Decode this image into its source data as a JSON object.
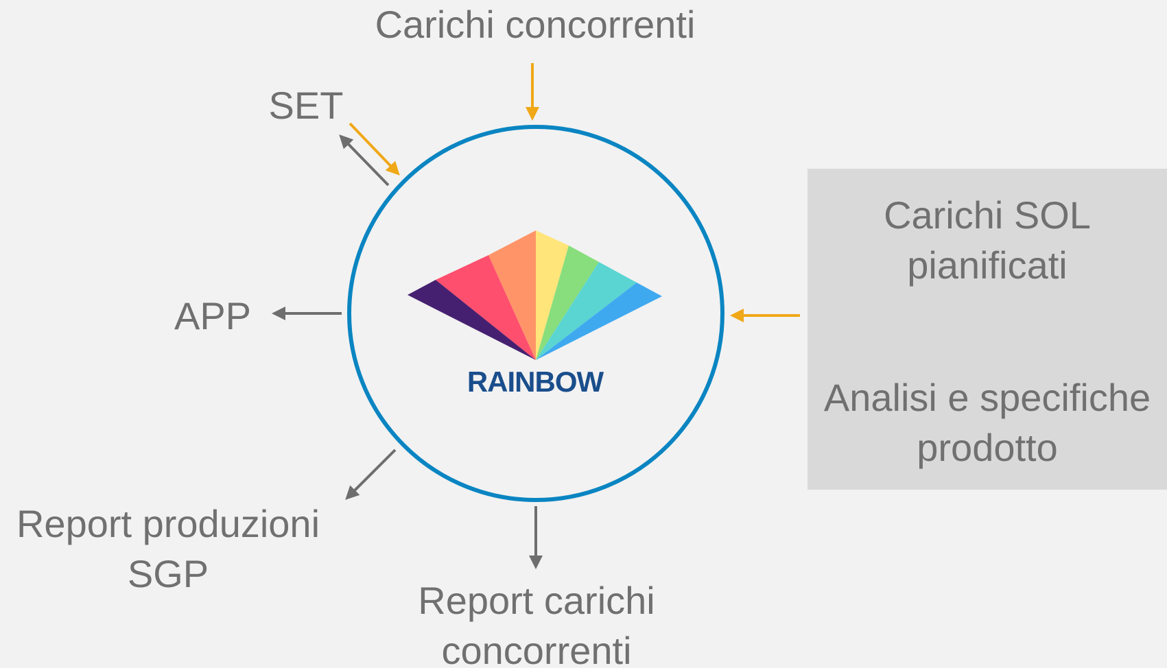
{
  "labels": {
    "carichi_concorrenti": "Carichi concorrenti",
    "set": "SET",
    "app": "APP",
    "report_sgp": [
      "Report produzioni",
      "SGP"
    ],
    "report_carichi": [
      "Report carichi",
      "concorrenti"
    ]
  },
  "input_box": {
    "item_1": [
      "Carichi SOL",
      "pianificati"
    ],
    "item_2": [
      "Analisi e specifiche",
      "prodotto"
    ]
  },
  "center": {
    "logo_text": "RAINBOW"
  },
  "colors": {
    "background": "#f2f2f2",
    "circle": "#0a85c2",
    "input_arrow": "#f0a818",
    "output_arrow": "#6e6e6e",
    "text": "#707070",
    "box": "#d9d9d9",
    "logo_text": "#1a4e8c",
    "logo_wedges": [
      "#462070",
      "#ff4f6e",
      "#ff9468",
      "#ffe57a",
      "#88de7c",
      "#5ad5d2",
      "#3fa9f0"
    ]
  }
}
